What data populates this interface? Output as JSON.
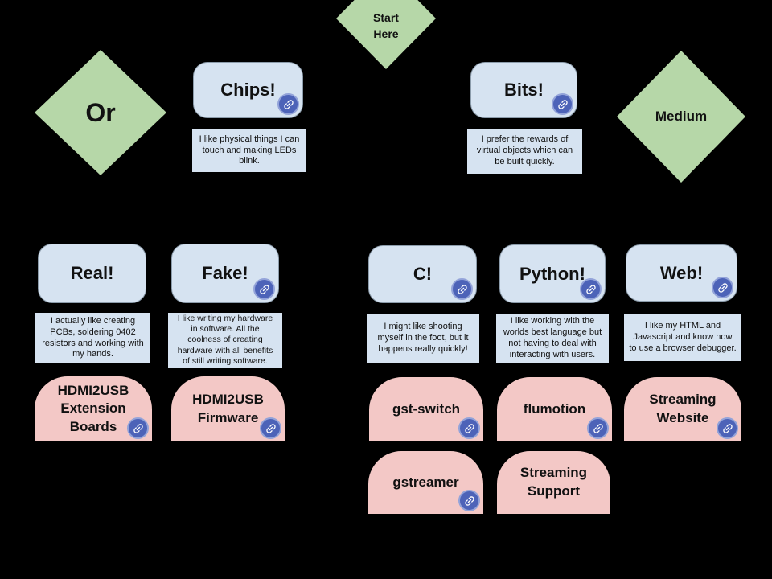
{
  "colors": {
    "bg": "#000000",
    "text": "#111111",
    "diamond_fill": "#b6d7a8",
    "choice_fill": "#d6e3f1",
    "choice_border": "#8c9cab",
    "desc_fill": "#d6e3f1",
    "desc_border": "#000000",
    "result_fill": "#f3c8c6",
    "result_border": "#000000",
    "badge_fill": "#4d63b8",
    "badge_ring": "#93a3d9"
  },
  "nodes": {
    "start": {
      "label": "Start\nHere"
    },
    "or": {
      "label": "Or"
    },
    "medium": {
      "label": "Medium"
    },
    "chips": {
      "label": "Chips!",
      "description": "I like physical things I can\ntouch and making LEDs\nblink."
    },
    "bits": {
      "label": "Bits!",
      "description": "I prefer the rewards of\nvirtual objects which can\nbe built quickly."
    },
    "real": {
      "label": "Real!",
      "description": "I actually like creating\nPCBs, soldering 0402\nresistors and working with\nmy hands."
    },
    "fake": {
      "label": "Fake!",
      "description": "I like writing my hardware\nin software. All the\ncoolness of creating\nhardware with all benefits\nof still writing software."
    },
    "c": {
      "label": "C!",
      "description": "I might like shooting\nmyself in the foot, but it\nhappens really quickly!"
    },
    "python": {
      "label": "Python!",
      "description": "I like working with the\nworlds best language but\nnot having to deal with\ninteracting with users."
    },
    "web": {
      "label": "Web!",
      "description": "I like my HTML and\nJavascript and know how\nto use a browser debugger."
    },
    "hdmi_boards": {
      "label": "HDMI2USB\nExtension\nBoards"
    },
    "hdmi_firmware": {
      "label": "HDMI2USB\nFirmware"
    },
    "gst_switch": {
      "label": "gst-switch"
    },
    "flumotion": {
      "label": "flumotion"
    },
    "streaming_website": {
      "label": "Streaming\nWebsite"
    },
    "gstreamer": {
      "label": "gstreamer"
    },
    "streaming_support": {
      "label": "Streaming\nSupport"
    }
  }
}
